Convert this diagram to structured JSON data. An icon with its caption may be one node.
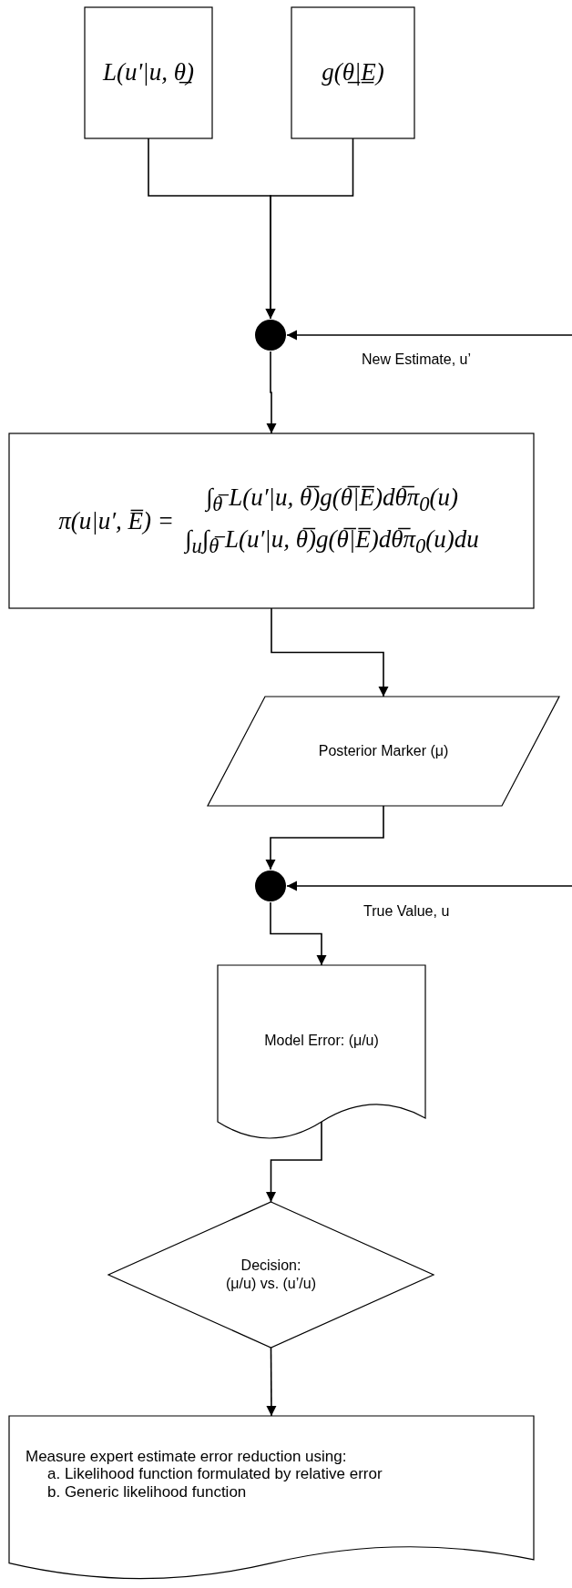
{
  "diagram": {
    "nodes": [
      {
        "text": [
          "L(u'|u, θ̲)"
        ]
      },
      {
        "text": [
          "g(θ̲|E̲)"
        ]
      },
      {
        "text": [],
        "shape": "circle"
      },
      {
        "text": [
          "π(u|u′, E̅) =",
          "∫$_{θ̅}$ L(u′|u, θ̅)g(θ̅|E̅)dθ̅π$_{0}$(u)",
          "∫$_{u}$∫$_{θ̅}$ L(u′|u, θ̅)g(θ̅|E̅)dθ̅π$_{0}$(u)du"
        ]
      },
      {
        "text": [
          "Posterior Marker (μ)"
        ]
      },
      {
        "text": [],
        "shape": "circle"
      },
      {
        "text": [
          "Model Error: (μ/u)"
        ]
      },
      {
        "text": [
          "Decision:",
          "(μ/u) vs. (u’/u)"
        ]
      },
      {
        "text": [
          "Measure expert estimate error reduction using:",
          "a. Likelihood function formulated by relative error",
          "b. Generic likelihood function"
        ]
      }
    ],
    "edges": [
      {
        "from": 0,
        "to": 2,
        "arrow": "to"
      },
      {
        "from": 1,
        "to": 2,
        "arrow": "to"
      },
      {
        "from": null,
        "to": 2,
        "arrow": "to",
        "label": "New Estimate, u’"
      },
      {
        "from": 2,
        "to": 3,
        "arrow": "to"
      },
      {
        "from": 3,
        "to": 4,
        "arrow": "to"
      },
      {
        "from": 4,
        "to": 5,
        "arrow": "to"
      },
      {
        "from": null,
        "to": 5,
        "arrow": "to",
        "label": "True Value, u"
      },
      {
        "from": 5,
        "to": 6,
        "arrow": "to"
      },
      {
        "from": 6,
        "to": 7,
        "arrow": "to"
      },
      {
        "from": 7,
        "to": 8,
        "arrow": "to"
      }
    ]
  }
}
